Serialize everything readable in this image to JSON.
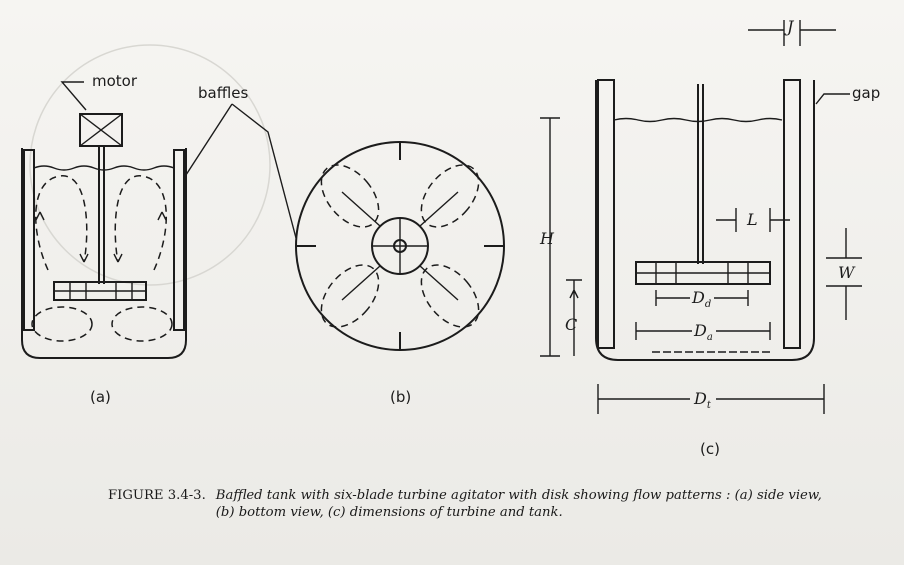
{
  "labels": {
    "motor": "motor",
    "baffles": "baffles",
    "gap": "gap",
    "H": "H",
    "C": "C",
    "J": "J",
    "L": "L",
    "W": "W",
    "Dd": "D",
    "Dd_sub": "d",
    "Da": "D",
    "Da_sub": "a",
    "Dt": "D",
    "Dt_sub": "t",
    "view_a": "(a)",
    "view_b": "(b)",
    "view_c": "(c)"
  },
  "caption": {
    "figure_number": "FIGURE 3.4-3.",
    "text": "Baffled tank with six-blade turbine agitator with disk showing flow patterns : (a) side view, (b) bottom view, (c) dimensions of turbine and tank."
  }
}
